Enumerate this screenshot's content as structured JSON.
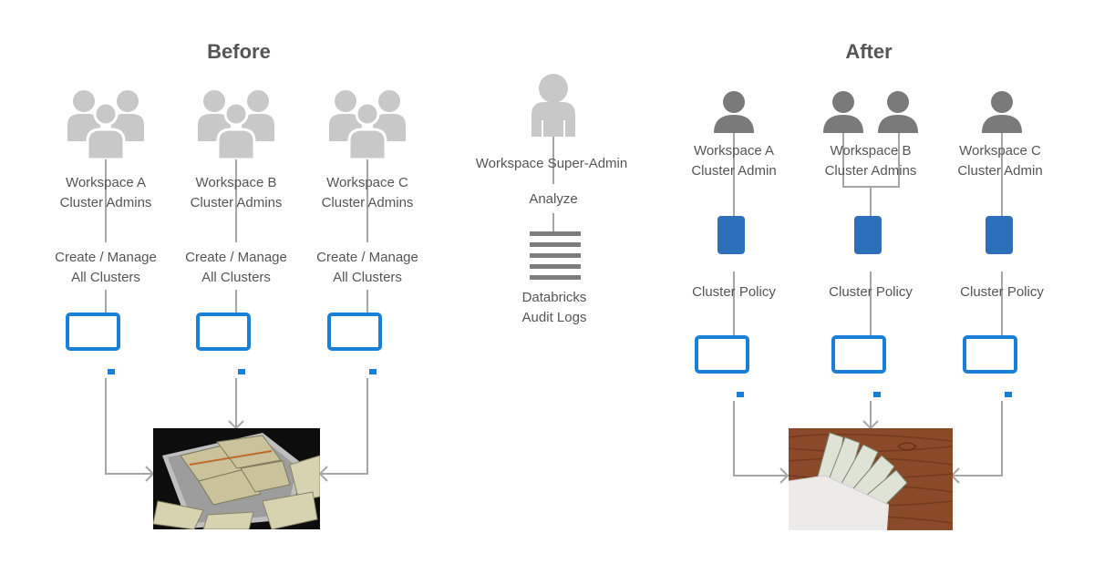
{
  "before": {
    "title": "Before",
    "workspaces": [
      {
        "admins_line1": "Workspace A",
        "admins_line2": "Cluster Admins",
        "action_line1": "Create / Manage",
        "action_line2": "All Clusters"
      },
      {
        "admins_line1": "Workspace B",
        "admins_line2": "Cluster Admins",
        "action_line1": "Create / Manage",
        "action_line2": "All Clusters"
      },
      {
        "admins_line1": "Workspace C",
        "admins_line2": "Cluster Admins",
        "action_line1": "Create / Manage",
        "action_line2": "All Clusters"
      }
    ],
    "cost_image": "money-briefcase"
  },
  "center": {
    "admin_label": "Workspace Super-Admin",
    "action_label": "Analyze",
    "logs_line1": "Databricks",
    "logs_line2": "Audit Logs"
  },
  "after": {
    "title": "After",
    "workspaces": [
      {
        "admins_line1": "Workspace A",
        "admins_line2": "Cluster Admin",
        "policy_label": "Cluster Policy"
      },
      {
        "admins_line1": "Workspace B",
        "admins_line2": "Cluster Admins",
        "policy_label": "Cluster Policy"
      },
      {
        "admins_line1": "Workspace C",
        "admins_line2": "Cluster Admin",
        "policy_label": "Cluster Policy"
      }
    ],
    "cost_image": "money-envelope"
  },
  "colors": {
    "text": "#555555",
    "wire": "#a6a6a6",
    "light_person": "#c8c8c8",
    "dark_person": "#7a7a7a",
    "cluster_blue": "#1a7fd6",
    "policy_blue": "#2d6fb8"
  }
}
